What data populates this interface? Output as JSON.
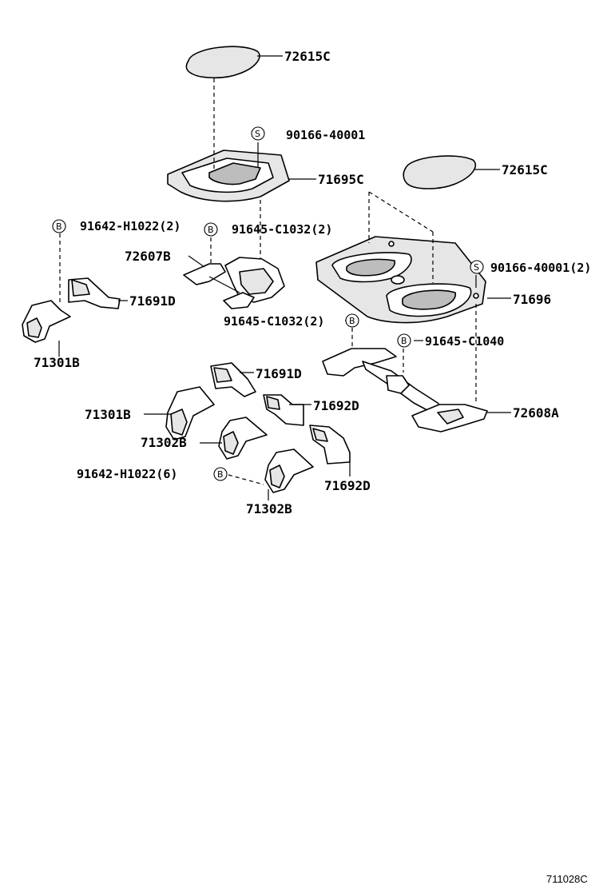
{
  "diagram": {
    "figure_id": "711028C",
    "callouts": [
      {
        "id": "c1",
        "symbol": "",
        "text": "72615C"
      },
      {
        "id": "c2",
        "symbol": "S",
        "text": "90166-40001"
      },
      {
        "id": "c3",
        "symbol": "",
        "text": "71695C"
      },
      {
        "id": "c4",
        "symbol": "",
        "text": "72615C"
      },
      {
        "id": "c5",
        "symbol": "B",
        "text": "91642-H1022(2)"
      },
      {
        "id": "c6",
        "symbol": "B",
        "text": "91645-C1032(2)"
      },
      {
        "id": "c7",
        "symbol": "",
        "text": "72607B"
      },
      {
        "id": "c8",
        "symbol": "S",
        "text": "90166-40001(2)"
      },
      {
        "id": "c9",
        "symbol": "",
        "text": "71691D"
      },
      {
        "id": "c10",
        "symbol": "",
        "text": "71696"
      },
      {
        "id": "c11",
        "symbol": "B",
        "text": "91645-C1032(2)"
      },
      {
        "id": "c12",
        "symbol": "",
        "text": "71301B"
      },
      {
        "id": "c13",
        "symbol": "B",
        "text": "91645-C1040"
      },
      {
        "id": "c14",
        "symbol": "",
        "text": "71691D"
      },
      {
        "id": "c15",
        "symbol": "",
        "text": "71692D"
      },
      {
        "id": "c16",
        "symbol": "",
        "text": "71301B"
      },
      {
        "id": "c17",
        "symbol": "",
        "text": "72608A"
      },
      {
        "id": "c18",
        "symbol": "",
        "text": "71302B"
      },
      {
        "id": "c19",
        "symbol": "B",
        "text": "91642-H1022(6)"
      },
      {
        "id": "c20",
        "symbol": "",
        "text": "71692D"
      },
      {
        "id": "c21",
        "symbol": "",
        "text": "71302B"
      }
    ]
  }
}
